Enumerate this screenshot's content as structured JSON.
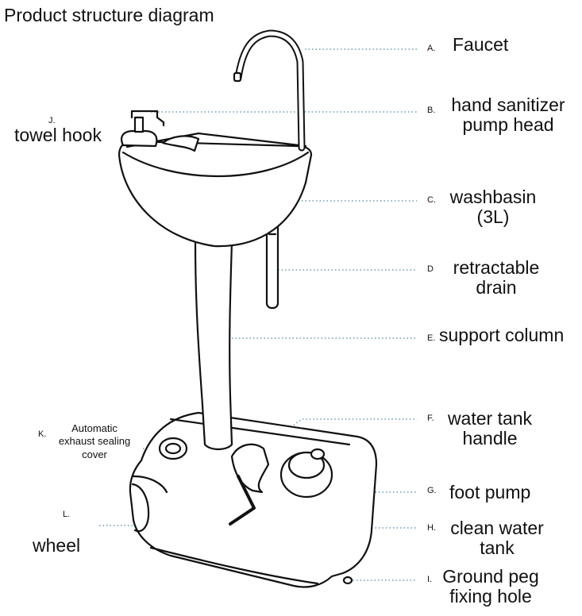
{
  "title": "Product structure diagram",
  "callouts": [
    {
      "letter": "A.",
      "label": "Faucet"
    },
    {
      "letter": "B.",
      "label_lines": [
        "hand sanitizer",
        "pump head"
      ]
    },
    {
      "letter": "C.",
      "label_lines": [
        "washbasin",
        "(3L)"
      ]
    },
    {
      "letter": "D",
      "label_lines": [
        "retractable",
        "drain"
      ]
    },
    {
      "letter": "E.",
      "label": "support column"
    },
    {
      "letter": "F.",
      "label_lines": [
        "water tank",
        "handle"
      ]
    },
    {
      "letter": "G.",
      "label": "foot pump"
    },
    {
      "letter": "H.",
      "label_lines": [
        "clean water",
        "tank"
      ]
    },
    {
      "letter": "I.",
      "label_lines": [
        "Ground peg",
        "fixing hole"
      ]
    },
    {
      "letter": "J.",
      "label": "towel hook"
    },
    {
      "letter": "K.",
      "label_lines": [
        "Automatic",
        "exhaust sealing",
        "cover"
      ]
    },
    {
      "letter": "L.",
      "label": "wheel"
    }
  ],
  "colors": {
    "line": "#111111",
    "leader": "#8fb4c8"
  }
}
